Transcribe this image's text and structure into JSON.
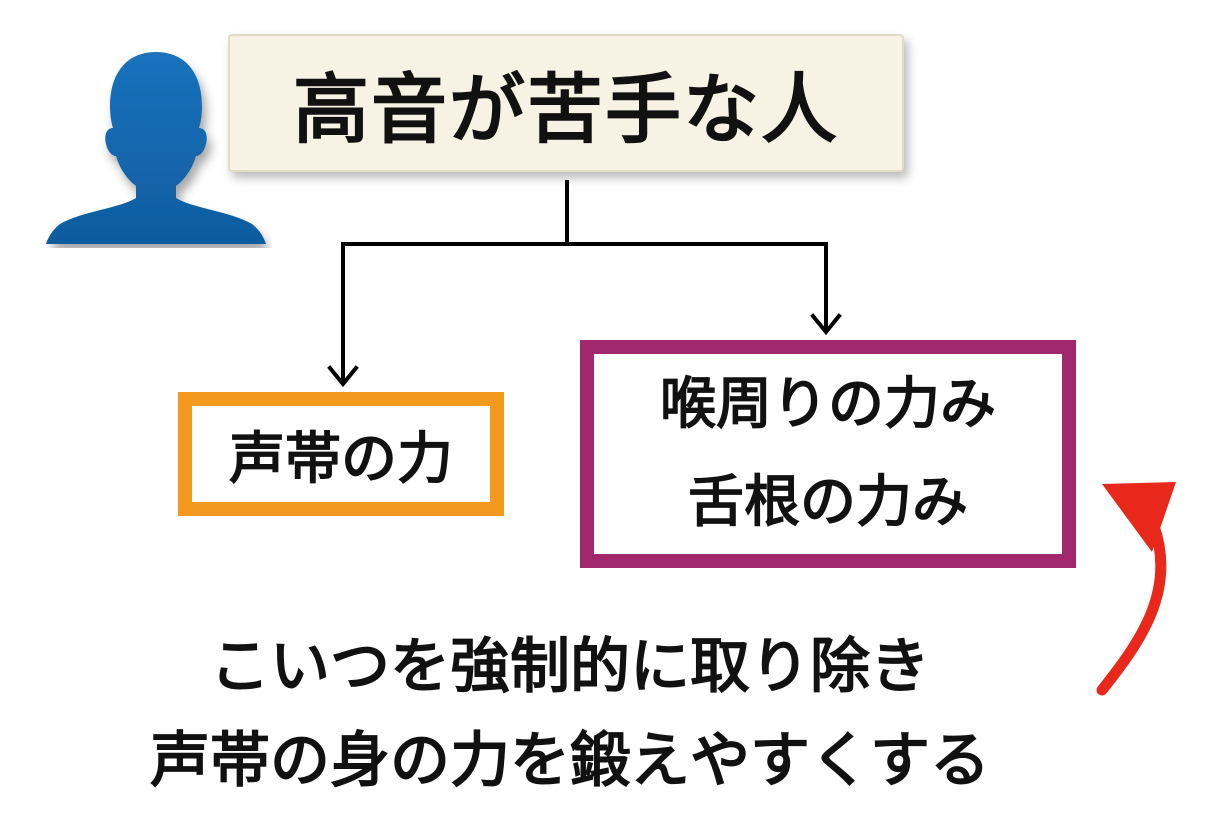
{
  "title": "高音が苦手な人",
  "branches": {
    "left": {
      "label": "声帯の力",
      "color": "#f39a1e"
    },
    "right": {
      "lines": [
        "喉周りの力み",
        "舌根の力み"
      ],
      "color": "#a1286d"
    }
  },
  "caption": {
    "line1": "こいつを強制的に取り除き",
    "line2": "声帯の身の力を鍛えやすくする"
  },
  "colors": {
    "person": "#1467b0",
    "arrow": "#e8281a",
    "connector": "#000000",
    "title_bg": "#f6f3e4"
  },
  "icons": {
    "person": "person-silhouette-icon",
    "curved_arrow": "curved-arrow-icon"
  }
}
